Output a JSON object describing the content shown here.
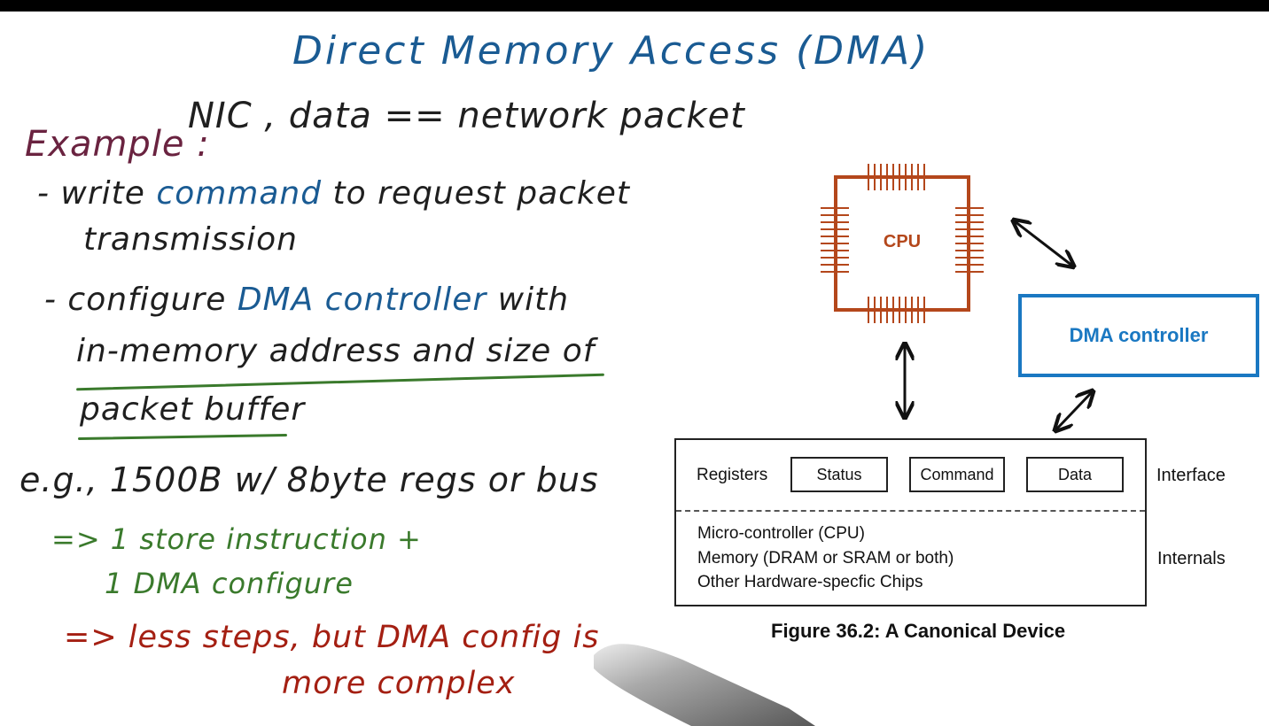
{
  "title": "Direct Memory Access (DMA)",
  "example": {
    "label": "Example :",
    "heading": "NIC , data == network packet",
    "bullet1_prefix": "- write",
    "bullet1_keyword": "command",
    "bullet1_suffix": "to request packet",
    "bullet1_line2": "transmission",
    "bullet2_prefix": "- configure",
    "bullet2_keyword": "DMA controller",
    "bullet2_suffix": "with",
    "bullet2_line2": "in-memory address and size of",
    "bullet2_line3": "packet buffer"
  },
  "eg": {
    "line": "e.g., 1500B w/ 8byte regs or bus",
    "result1_line1": "=> 1 store instruction +",
    "result1_line2": "1 DMA configure",
    "result2_line1": "=> less steps, but DMA config is",
    "result2_line2": "more complex"
  },
  "figure": {
    "cpu_label": "CPU",
    "dma_label": "DMA controller",
    "registers_label": "Registers",
    "registers": [
      "Status",
      "Command",
      "Data"
    ],
    "interface_label": "Interface",
    "internals_lines": [
      "Micro-controller (CPU)",
      "Memory (DRAM or SRAM or both)",
      "Other Hardware-specfic Chips"
    ],
    "internals_label": "Internals",
    "caption": "Figure 36.2: A Canonical Device"
  },
  "colors": {
    "title_blue": "#1a5b93",
    "example_maroon": "#6a2340",
    "underline_green": "#3a7a2c",
    "result_red": "#a41f12",
    "cpu_orange": "#b4471b",
    "dma_blue": "#1a78c2"
  }
}
